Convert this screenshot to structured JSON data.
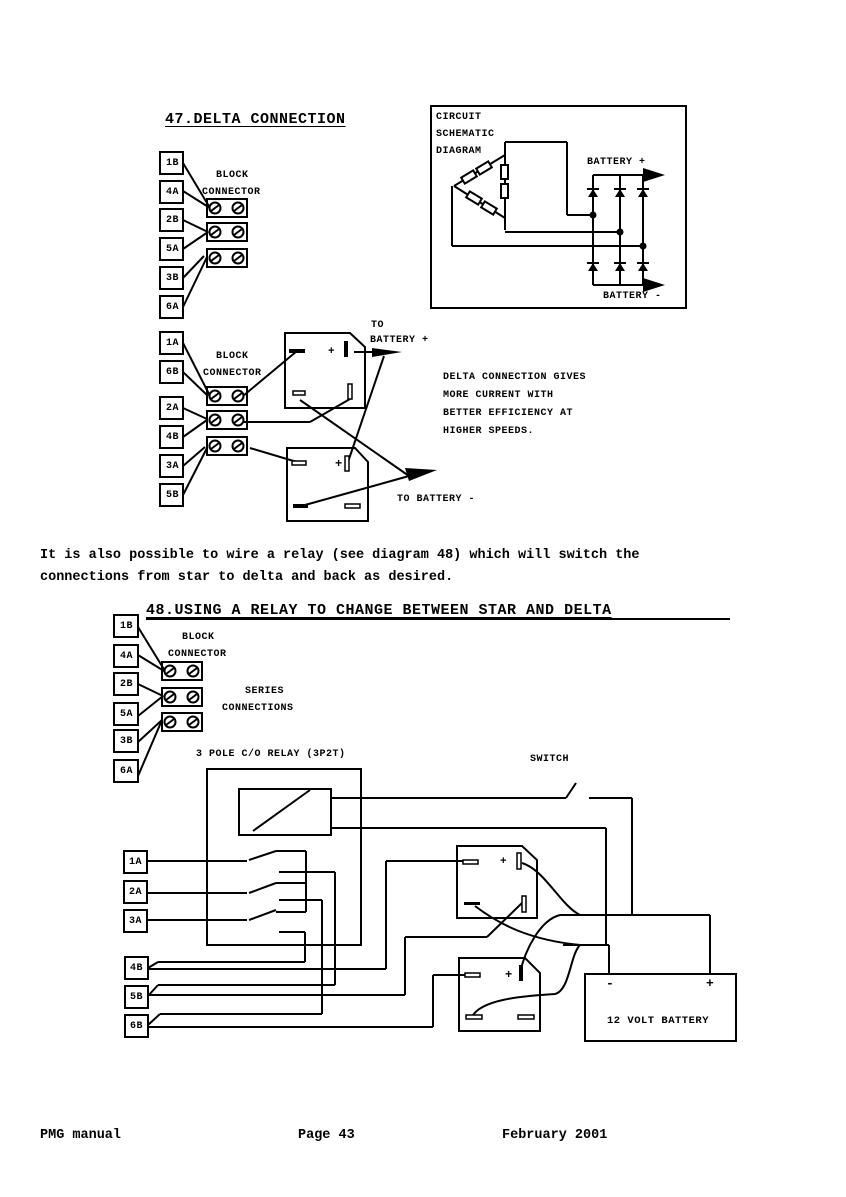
{
  "diagram47": {
    "title": "47.DELTA CONNECTION",
    "top_block": {
      "label_line1": "BLOCK",
      "label_line2": "CONNECTOR",
      "terminals": [
        "1B",
        "4A",
        "2B",
        "5A",
        "3B",
        "6A"
      ]
    },
    "schematic": {
      "label_line1": "CIRCUIT",
      "label_line2": "SCHEMATIC",
      "label_line3": "DIAGRAM",
      "battery_plus": "BATTERY +",
      "battery_minus": "BATTERY -"
    },
    "bottom_block": {
      "label_line1": "BLOCK",
      "label_line2": "CONNECTOR",
      "terminals": [
        "1A",
        "6B",
        "2A",
        "4B",
        "3A",
        "5B"
      ]
    },
    "to_battery_plus_line1": "TO",
    "to_battery_plus_line2": "BATTERY +",
    "to_battery_minus": "TO BATTERY -",
    "note_lines": [
      "DELTA CONNECTION GIVES",
      "MORE CURRENT WITH",
      "BETTER EFFICIENCY AT",
      "HIGHER SPEEDS."
    ],
    "rectifier_plus": "+"
  },
  "paragraph": {
    "line1": "It is also possible to wire a relay (see diagram 48) which will switch the",
    "line2": "connections from star to delta and back as desired."
  },
  "diagram48": {
    "title": "48.USING A RELAY TO CHANGE BETWEEN STAR AND DELTA",
    "block": {
      "label_line1": "BLOCK",
      "label_line2": "CONNECTOR",
      "terminals": [
        "1B",
        "4A",
        "2B",
        "5A",
        "3B",
        "6A"
      ]
    },
    "series_line1": "SERIES",
    "series_line2": "CONNECTIONS",
    "relay_label": "3 POLE C/O RELAY (3P2T)",
    "switch_label": "SWITCH",
    "left_terminals": [
      "1A",
      "2A",
      "3A"
    ],
    "lower_terminals": [
      "4B",
      "5B",
      "6B"
    ],
    "rectifier_plus": "+",
    "battery": {
      "label": "12 VOLT BATTERY",
      "minus": "-",
      "plus": "+"
    }
  },
  "footer": {
    "left": "PMG manual",
    "center": "Page 43",
    "right": "February 2001"
  }
}
